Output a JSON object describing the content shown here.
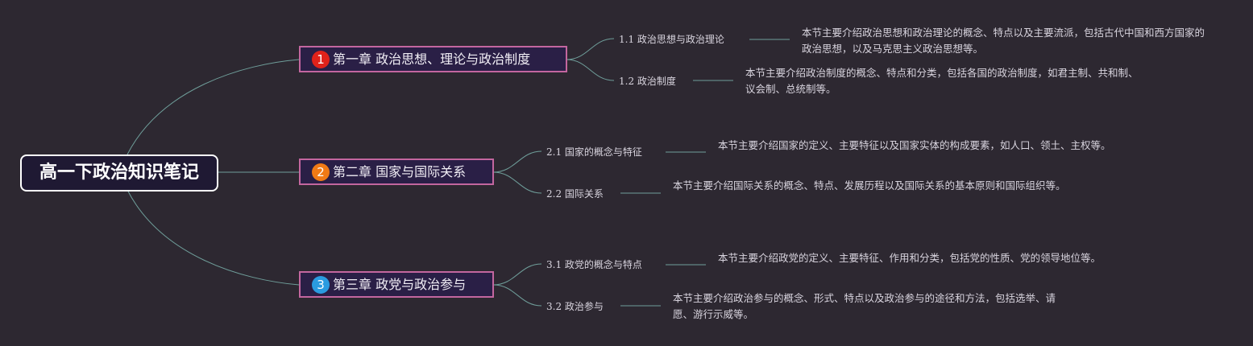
{
  "root": {
    "title": "高一下政治知识笔记"
  },
  "chapters": [
    {
      "number": "1",
      "title": "第一章 政治思想、理论与政治制度",
      "badge_color": "#e0221a",
      "sections": [
        {
          "title": "1.1 政治思想与政治理论",
          "description": "本节主要介绍政治思想和政治理论的概念、特点以及主要流派，包括古代中国和西方国家的政治思想，以及马克思主义政治思想等。"
        },
        {
          "title": "1.2 政治制度",
          "description": "本节主要介绍政治制度的概念、特点和分类，包括各国的政治制度，如君主制、共和制、议会制、总统制等。"
        }
      ]
    },
    {
      "number": "2",
      "title": "第二章 国家与国际关系",
      "badge_color": "#f07a15",
      "sections": [
        {
          "title": "2.1 国家的概念与特征",
          "description": "本节主要介绍国家的定义、主要特征以及国家实体的构成要素，如人口、领土、主权等。"
        },
        {
          "title": "2.2 国际关系",
          "description": "本节主要介绍国际关系的概念、特点、发展历程以及国际关系的基本原则和国际组织等。"
        }
      ]
    },
    {
      "number": "3",
      "title": "第三章 政党与政治参与",
      "badge_color": "#2a9be0",
      "sections": [
        {
          "title": "3.1 政党的概念与特点",
          "description": "本节主要介绍政党的定义、主要特征、作用和分类，包括党的性质、党的领导地位等。"
        },
        {
          "title": "3.2 政治参与",
          "description": "本节主要介绍政治参与的概念、形式、特点以及政治参与的途径和方法，包括选举、请愿、游行示威等。"
        }
      ]
    }
  ],
  "colors": {
    "background": "#2d2831",
    "connector": "#6f9e9a",
    "chapter_border": "#c3669f",
    "chapter_fill": "#2a1f46",
    "root_border": "#ffffff",
    "root_fill": "#1f1933"
  }
}
